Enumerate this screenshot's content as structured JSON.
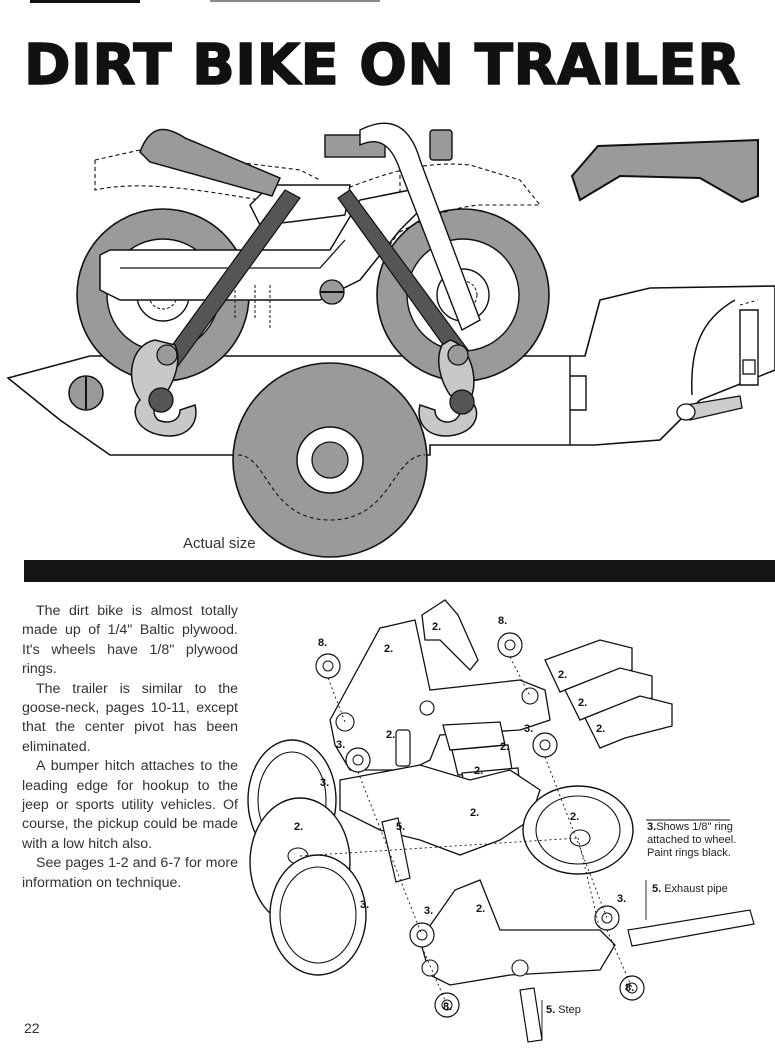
{
  "title": "DIRT BIKE ON TRAILER",
  "caption": "Actual size",
  "paragraphs": [
    "The dirt bike is almost totally made up of 1/4\" Baltic plywood. It's wheels have 1/8\" plywood rings.",
    "The trailer is similar to the goose-neck, pages 10-11, except that the center pivot has been eliminated.",
    "A bumper hitch attaches to the leading edge for hookup to the jeep or sports utility vehicles. Of course, the pickup could be made with a low hitch also.",
    "See pages 1-2 and 6-7 for more information on technique."
  ],
  "part_labels": {
    "n2": "2.",
    "n3": "3.",
    "n5": "5.",
    "n8": "8."
  },
  "notes": {
    "ring_num": "3.",
    "ring_line1": "Shows 1/8\" ring",
    "ring_line2": "attached to wheel.",
    "ring_line3": "Paint rings black.",
    "exhaust_num": "5.",
    "exhaust_text": "Exhaust pipe",
    "step_num": "5.",
    "step_text": "Step"
  },
  "page_number": "22",
  "colors": {
    "part_gray": "#9a9a9a",
    "light_gray": "#c8c8c8",
    "dark_gray": "#555555",
    "ink": "#111111"
  }
}
